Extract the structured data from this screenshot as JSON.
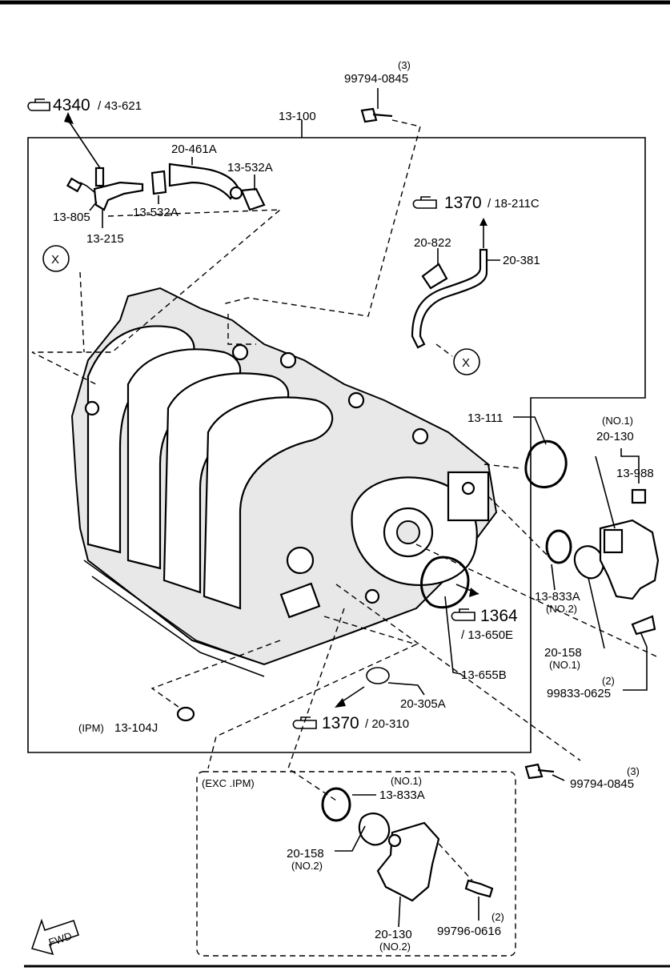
{
  "refs": {
    "r4340": {
      "num": "4340",
      "sub": "/ 43-621"
    },
    "r1370a": {
      "num": "1370",
      "sub": "/ 18-211C"
    },
    "r1364": {
      "num": "1364",
      "sub": "/ 13-650E"
    },
    "r1370b": {
      "num": "1370",
      "sub": "/ 20-310"
    }
  },
  "labels": {
    "qty3_top": "(3)",
    "bolt_top": "99794-0845",
    "manifold": "13-100",
    "p20461A": "20-461A",
    "p13532A_1": "13-532A",
    "p13532A_2": "13-532A",
    "p13805": "13-805",
    "p13215": "13-215",
    "p20822": "20-822",
    "p20381": "20-381",
    "x1": "X",
    "x2": "X",
    "p13111": "13-111",
    "no1_a": "(NO.1)",
    "p20130_a": "20-130",
    "p13988": "13-988",
    "p13833A_a": "13-833A",
    "no2_a": "(NO.2)",
    "p20158_a": "20-158",
    "no1_b": "(NO.1)",
    "qty2_a": "(2)",
    "bolt_99833": "99833-0625",
    "p13655B": "13-655B",
    "p20305A": "20-305A",
    "ipm_label": "(IPM)",
    "p13104J": "13-104J",
    "qty3_bot": "(3)",
    "bolt_bot": "99794-0845",
    "exc_ipm": "(EXC .IPM)",
    "no1_c": "(NO.1)",
    "p13833A_b": "13-833A",
    "p20158_b": "20-158",
    "no2_b": "(NO.2)",
    "qty2_b": "(2)",
    "bolt_99796": "99796-0616",
    "p20130_b": "20-130",
    "no2_c": "(NO.2)",
    "fwd": "FWD"
  }
}
